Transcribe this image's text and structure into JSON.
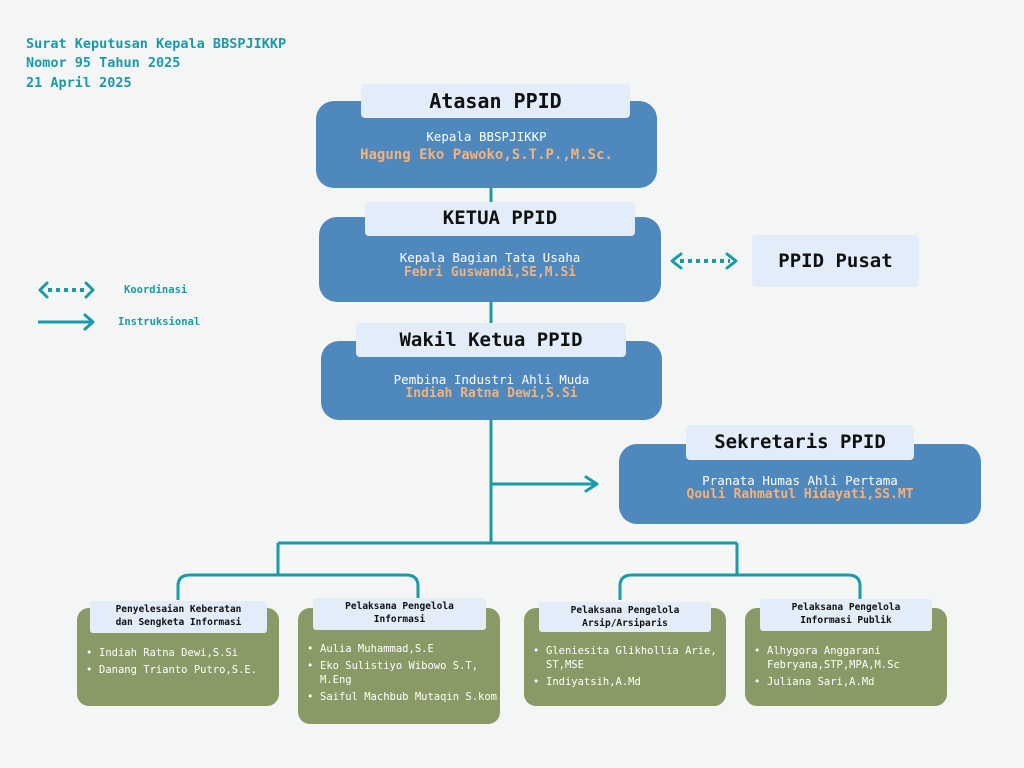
{
  "header": {
    "line1": "Surat Keputusan Kepala BBSPJIKKP",
    "line2": "Nomor 95 Tahun 2025",
    "line3": "21 April 2025"
  },
  "legend": {
    "koordinasi": "Koordinasi",
    "instruksional": "Instruksional"
  },
  "atasan": {
    "title": "Atasan PPID",
    "role": "Kepala BBSPJIKKP",
    "name": "Hagung Eko Pawoko,S.T.P.,M.Sc."
  },
  "ketua": {
    "title": "KETUA PPID",
    "role": "Kepala Bagian Tata Usaha",
    "name": "Febri Guswandi,SE,M.Si"
  },
  "pusat": {
    "title": "PPID Pusat"
  },
  "wakil": {
    "title": "Wakil Ketua PPID",
    "role": "Pembina Industri Ahli Muda",
    "name": "Indiah Ratna Dewi,S.Si"
  },
  "sekretaris": {
    "title": "Sekretaris PPID",
    "role": "Pranata Humas Ahli Pertama",
    "name": "Qouli Rahmatul Hidayati,SS.MT"
  },
  "units": [
    {
      "title_line1": "Penyelesaian Keberatan",
      "title_line2": "dan Sengketa Informasi",
      "members": [
        "Indiah Ratna Dewi,S.Si",
        "Danang Trianto Putro,S.E."
      ]
    },
    {
      "title_line1": "Pelaksana Pengelola",
      "title_line2": "Informasi",
      "members": [
        "Aulia Muhammad,S.E",
        "Eko Sulistiyo Wibowo S.T, M.Eng",
        "Saiful Machbub Mutaqin S.kom"
      ]
    },
    {
      "title_line1": "Pelaksana Pengelola",
      "title_line2": "Arsip/Arsiparis",
      "members": [
        "Gleniesita Glikhollia Arie, ST,MSE",
        "Indiyatsih,A.Md"
      ]
    },
    {
      "title_line1": "Pelaksana Pengelola",
      "title_line2": "Informasi Publik",
      "members": [
        "Alhygora Anggarani Febryana,STP,MPA,M.Sc",
        "Juliana Sari,A.Md"
      ]
    }
  ],
  "colors": {
    "teal": "#1a9aa6",
    "blue_box": "#4e88bd",
    "green_box": "#8a9a66",
    "tab": "#e3ecf9",
    "name_orange": "#f4b27c"
  }
}
